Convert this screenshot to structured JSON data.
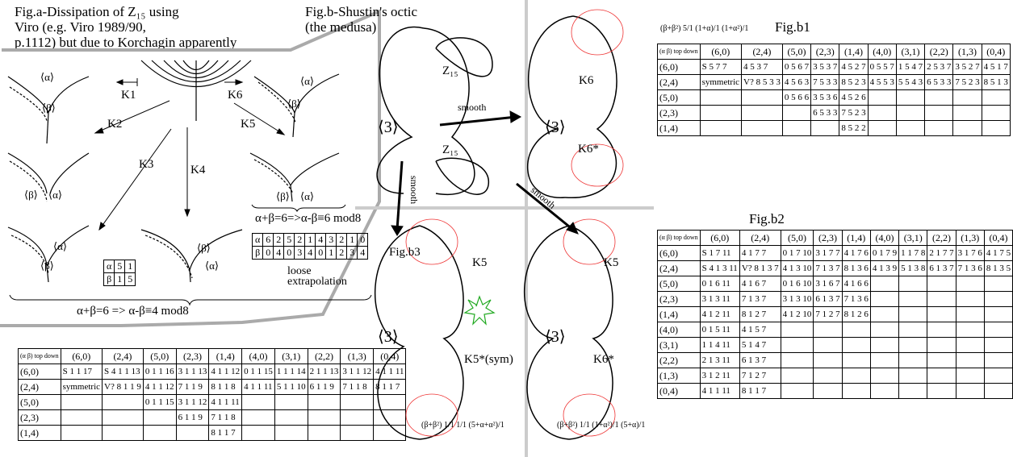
{
  "fig_a": {
    "title_line1": "Fig.a-Dissipation of Z₁₅ using",
    "title_line2": "Viro (e.g. Viro 1989/90,",
    "title_line3": "p.1112) but due to Korchagin apparently",
    "moves": [
      "K1",
      "K2",
      "K3",
      "K4",
      "K5",
      "K6"
    ],
    "alpha": "⟨α⟩",
    "beta": "⟨β⟩",
    "eq1": "α+β=6 => α-β≡4 mod8",
    "eq2": "α+β=6=>α-β≡6 mod8",
    "loose1": "loose",
    "loose2": "extrapolation",
    "small_table": {
      "alpha": [
        "α",
        "5",
        "1"
      ],
      "beta": [
        "β",
        "1",
        "5"
      ]
    },
    "big_table": {
      "alpha": [
        "α",
        "6",
        "2",
        "5",
        "2",
        "1",
        "4",
        "3",
        "2",
        "1",
        "0"
      ],
      "beta": [
        "β",
        "0",
        "4",
        "0",
        "3",
        "4",
        "0",
        "1",
        "2",
        "3",
        "4"
      ]
    }
  },
  "fig_b": {
    "title_line1": "Fig.b-Shustin's octic",
    "title_line2": "(the medusa)",
    "three": "⟨3⟩",
    "z15": "Z₁₅",
    "smooth": "smooth",
    "k6": "K6",
    "k6s": "K6*",
    "k5": "K5",
    "k5s": "K5*(sym)",
    "fig_b3": "Fig.b3",
    "formula_b3": "(β+β²) 1/1 1/1 (5+α+α²)/1",
    "formula_b4": "(β+β²) 1/1 (1+α²)/1 (5+α)/1",
    "formula_b1": "(β+β²) 5/1 (1+α)/1 (1+α²)/1"
  },
  "fig_b1": {
    "title": "Fig.b1",
    "corner": "(α β) top down",
    "cols": [
      "(6,0)",
      "(2,4)",
      "(5,0)",
      "(2,3)",
      "(1,4)",
      "(4,0)",
      "(3,1)",
      "(2,2)",
      "(1,3)",
      "(0,4)"
    ],
    "rows": [
      {
        "h": "(6,0)",
        "c": [
          "S 5 7 7",
          "4 5 3 7",
          "0 5 6 7",
          "3 5 3 7",
          "4 5 2 7",
          "0 5 5 7",
          "1 5 4 7",
          "2 5 3 7",
          "3 5 2 7",
          "4 5 1 7"
        ]
      },
      {
        "h": "(2,4)",
        "c": [
          "symmetric",
          "V? 8 5 3 3",
          "4 5 6 3",
          "7 5 3 3",
          "8 5 2 3",
          "4 5 5 3",
          "5 5 4 3",
          "6 5 3 3",
          "7 5 2 3",
          "8 5 1 3"
        ]
      },
      {
        "h": "(5,0)",
        "c": [
          "",
          "",
          "0 5 6 6",
          "3 5 3 6",
          "4 5 2 6",
          "",
          "",
          "",
          "",
          ""
        ]
      },
      {
        "h": "(2,3)",
        "c": [
          "",
          "",
          "",
          "6 5 3 3",
          "7 5 2 3",
          "",
          "",
          "",
          "",
          ""
        ]
      },
      {
        "h": "(1,4)",
        "c": [
          "",
          "",
          "",
          "",
          "8 5 2 2",
          "",
          "",
          "",
          "",
          ""
        ]
      }
    ]
  },
  "fig_b2": {
    "title": "Fig.b2",
    "corner": "(α β) top down",
    "cols": [
      "(6,0)",
      "(2,4)",
      "(5,0)",
      "(2,3)",
      "(1,4)",
      "(4,0)",
      "(3,1)",
      "(2,2)",
      "(1,3)",
      "(0,4)"
    ],
    "rows": [
      {
        "h": "(6,0)",
        "c": [
          "S 1 7 11",
          "4 1 7 7",
          "0 1 7 10",
          "3 1 7 7",
          "4 1 7 6",
          "0 1 7 9",
          "1 1 7 8",
          "2 1 7 7",
          "3 1 7 6",
          "4 1 7 5"
        ]
      },
      {
        "h": "(2,4)",
        "c": [
          "S 4 1 3 11",
          "V? 8 1 3 7",
          "4 1 3 10",
          "7 1 3 7",
          "8 1 3 6",
          "4 1 3 9",
          "5 1 3 8",
          "6 1 3 7",
          "7 1 3 6",
          "8 1 3 5"
        ]
      },
      {
        "h": "(5,0)",
        "c": [
          "0 1 6 11",
          "4 1 6 7",
          "0 1 6 10",
          "3 1 6 7",
          "4 1 6 6",
          "",
          "",
          "",
          "",
          ""
        ]
      },
      {
        "h": "(2,3)",
        "c": [
          "3 1 3 11",
          "7 1 3 7",
          "3 1 3 10",
          "6 1 3 7",
          "7 1 3 6",
          "",
          "",
          "",
          "",
          ""
        ]
      },
      {
        "h": "(1,4)",
        "c": [
          "4 1 2 11",
          "8 1 2 7",
          "4 1 2 10",
          "7 1 2 7",
          "8 1 2 6",
          "",
          "",
          "",
          "",
          ""
        ]
      },
      {
        "h": "(4,0)",
        "c": [
          "0 1 5 11",
          "4 1 5 7",
          "",
          "",
          "",
          "",
          "",
          "",
          "",
          ""
        ]
      },
      {
        "h": "(3,1)",
        "c": [
          "1 1 4 11",
          "5 1 4 7",
          "",
          "",
          "",
          "",
          "",
          "",
          "",
          ""
        ]
      },
      {
        "h": "(2,2)",
        "c": [
          "2 1 3 11",
          "6 1 3 7",
          "",
          "",
          "",
          "",
          "",
          "",
          "",
          ""
        ]
      },
      {
        "h": "(1,3)",
        "c": [
          "3 1 2 11",
          "7 1 2 7",
          "",
          "",
          "",
          "",
          "",
          "",
          "",
          ""
        ]
      },
      {
        "h": "(0,4)",
        "c": [
          "4 1 1 11",
          "8 1 1 7",
          "",
          "",
          "",
          "",
          "",
          "",
          "",
          ""
        ]
      }
    ]
  },
  "fig_a_table": {
    "corner": "(α β) top down",
    "cols": [
      "(6,0)",
      "(2,4)",
      "(5,0)",
      "(2,3)",
      "(1,4)",
      "(4,0)",
      "(3,1)",
      "(2,2)",
      "(1,3)",
      "(0,4)"
    ],
    "rows": [
      {
        "h": "(6,0)",
        "c": [
          "S 1 1 17",
          "S 4 1 1 13",
          "0 1 1 16",
          "3 1 1 13",
          "4 1 1 12",
          "0 1 1 15",
          "1 1 1 14",
          "2 1 1 13",
          "3 1 1 12",
          "4 1 1 11"
        ]
      },
      {
        "h": "(2,4)",
        "c": [
          "symmetric",
          "V? 8 1 1 9",
          "4 1 1 12",
          "7 1 1 9",
          "8 1 1 8",
          "4 1 1 11",
          "5 1 1 10",
          "6 1 1 9",
          "7 1 1 8",
          "8 1 1 7"
        ]
      },
      {
        "h": "(5,0)",
        "c": [
          "",
          "",
          "0 1 1 15",
          "3 1 1 12",
          "4 1 1 11",
          "",
          "",
          "",
          "",
          ""
        ]
      },
      {
        "h": "(2,3)",
        "c": [
          "",
          "",
          "",
          "6 1 1 9",
          "7 1 1 8",
          "",
          "",
          "",
          "",
          ""
        ]
      },
      {
        "h": "(1,4)",
        "c": [
          "",
          "",
          "",
          "",
          "8 1 1 7",
          "",
          "",
          "",
          "",
          ""
        ]
      }
    ]
  }
}
